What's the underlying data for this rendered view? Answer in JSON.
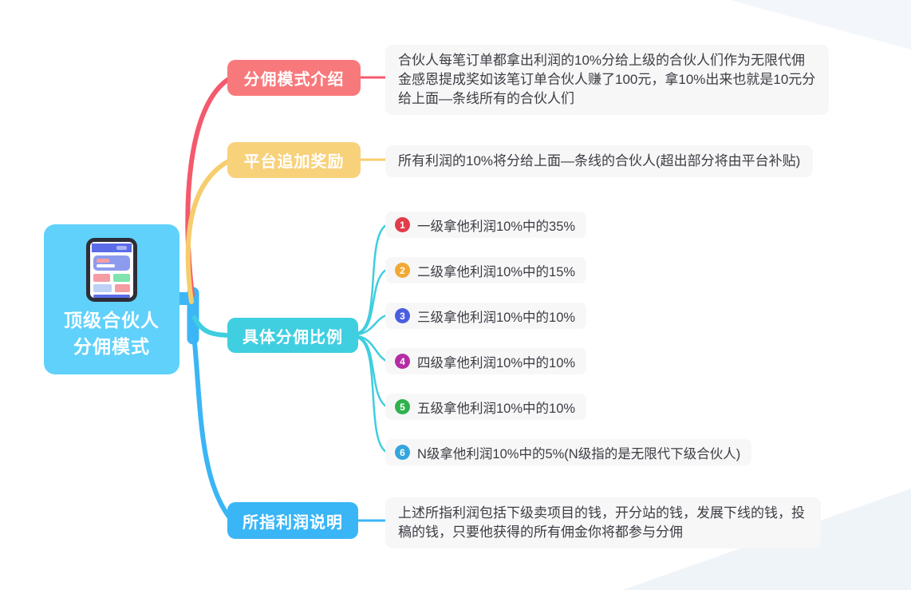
{
  "root": {
    "title_line1": "顶级合伙人",
    "title_line2": "分佣模式",
    "color": "#5FD1FB",
    "trunk_color": "#3EB5F5",
    "icon": "phone-illustration-icon"
  },
  "branches": [
    {
      "id": "commission-intro",
      "label": "分佣模式介绍",
      "color": "#F8797C",
      "line_color": "#F4596C",
      "note": "合伙人每笔订单都拿出利润的10%分给上级的合伙人们作为无限代佣金感恩提成奖如该笔订单合伙人赚了100元，拿10%出来也就是10元分给上面—条线所有的合伙人们"
    },
    {
      "id": "platform-bonus",
      "label": "平台追加奖励",
      "color": "#F8D17B",
      "line_color": "#F7CD6C",
      "note": "所有利润的10%将分给上面—条线的合伙人(超出部分将由平台补贴)"
    },
    {
      "id": "commission-ratio",
      "label": "具体分佣比例",
      "color": "#40CFE0",
      "line_color": "#3ECEDF",
      "items": [
        {
          "num": "1",
          "badge_color": "#E23C49",
          "text": "一级拿他利润10%中的35%"
        },
        {
          "num": "2",
          "badge_color": "#F2A933",
          "text": "二级拿他利润10%中的15%"
        },
        {
          "num": "3",
          "badge_color": "#4A5FE0",
          "text": "三级拿他利润10%中的10%"
        },
        {
          "num": "4",
          "badge_color": "#B52DA5",
          "text": "四级拿他利润10%中的10%"
        },
        {
          "num": "5",
          "badge_color": "#2FB14E",
          "text": "五级拿他利润10%中的10%"
        },
        {
          "num": "6",
          "badge_color": "#35A5DC",
          "text": "N级拿他利润10%中的5%(N级指的是无限代下级合伙人)"
        }
      ]
    },
    {
      "id": "profit-note",
      "label": "所指利润说明",
      "color": "#3AB5F6",
      "line_color": "#3AB5F6",
      "note": "上述所指利润包括下级卖项目的钱，开分站的钱，发展下线的钱，投稿的钱，只要他获得的所有佣金你将都参与分佣"
    }
  ]
}
